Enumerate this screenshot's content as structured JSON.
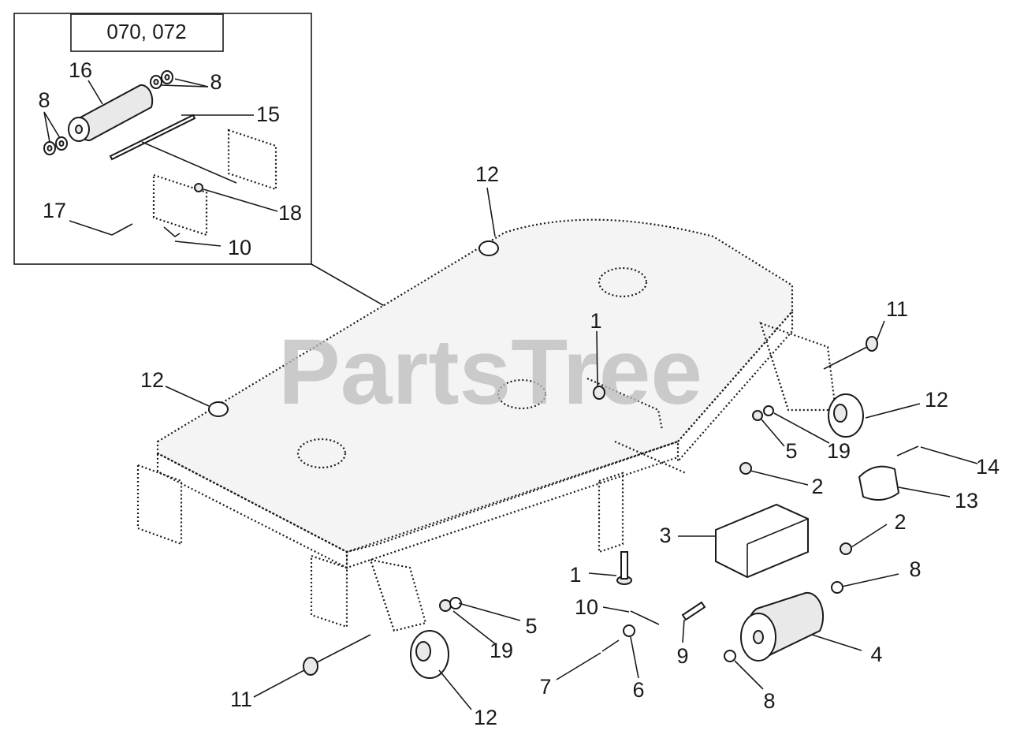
{
  "inset": {
    "title": "070, 072"
  },
  "watermark": "PartsTree",
  "callouts": {
    "c16": "16",
    "c8a": "8",
    "c8b": "8",
    "c15": "15",
    "c17": "17",
    "c18": "18",
    "c10a": "10",
    "c12a": "12",
    "c12b": "12",
    "c12c": "12",
    "c12d": "12",
    "c1a": "1",
    "c1b": "1",
    "c11a": "11",
    "c11b": "11",
    "c5a": "5",
    "c5b": "5",
    "c19a": "19",
    "c19b": "19",
    "c2a": "2",
    "c2b": "2",
    "c14": "14",
    "c13": "13",
    "c3": "3",
    "c8c": "8",
    "c8d": "8",
    "c10b": "10",
    "c9": "9",
    "c4": "4",
    "c7": "7",
    "c6": "6"
  }
}
